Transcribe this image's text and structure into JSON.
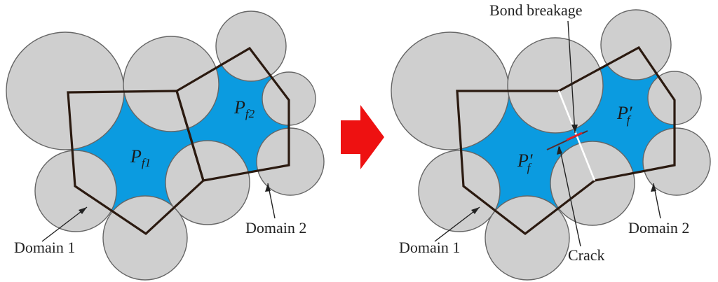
{
  "left_panel": {
    "pore_label_1": {
      "base": "P",
      "sub": "f1"
    },
    "pore_label_2": {
      "base": "P",
      "sub": "f2"
    },
    "domain1_label": "Domain 1",
    "domain2_label": "Domain 2"
  },
  "arrow": {
    "color": "#ee1111"
  },
  "right_panel": {
    "pore_label_1": {
      "base": "P",
      "prime": "′",
      "sub": "f"
    },
    "pore_label_2": {
      "base": "P",
      "prime": "′",
      "sub": "f"
    },
    "bond_label": "Bond breakage",
    "crack_label": "Crack",
    "domain1_label": "Domain 1",
    "domain2_label": "Domain 2"
  },
  "colors": {
    "pore": "#0b9be0",
    "grain": "#cfcfcf",
    "outline": "#2b1a10",
    "crack": "#ffffff",
    "bond": "#e0202a"
  }
}
